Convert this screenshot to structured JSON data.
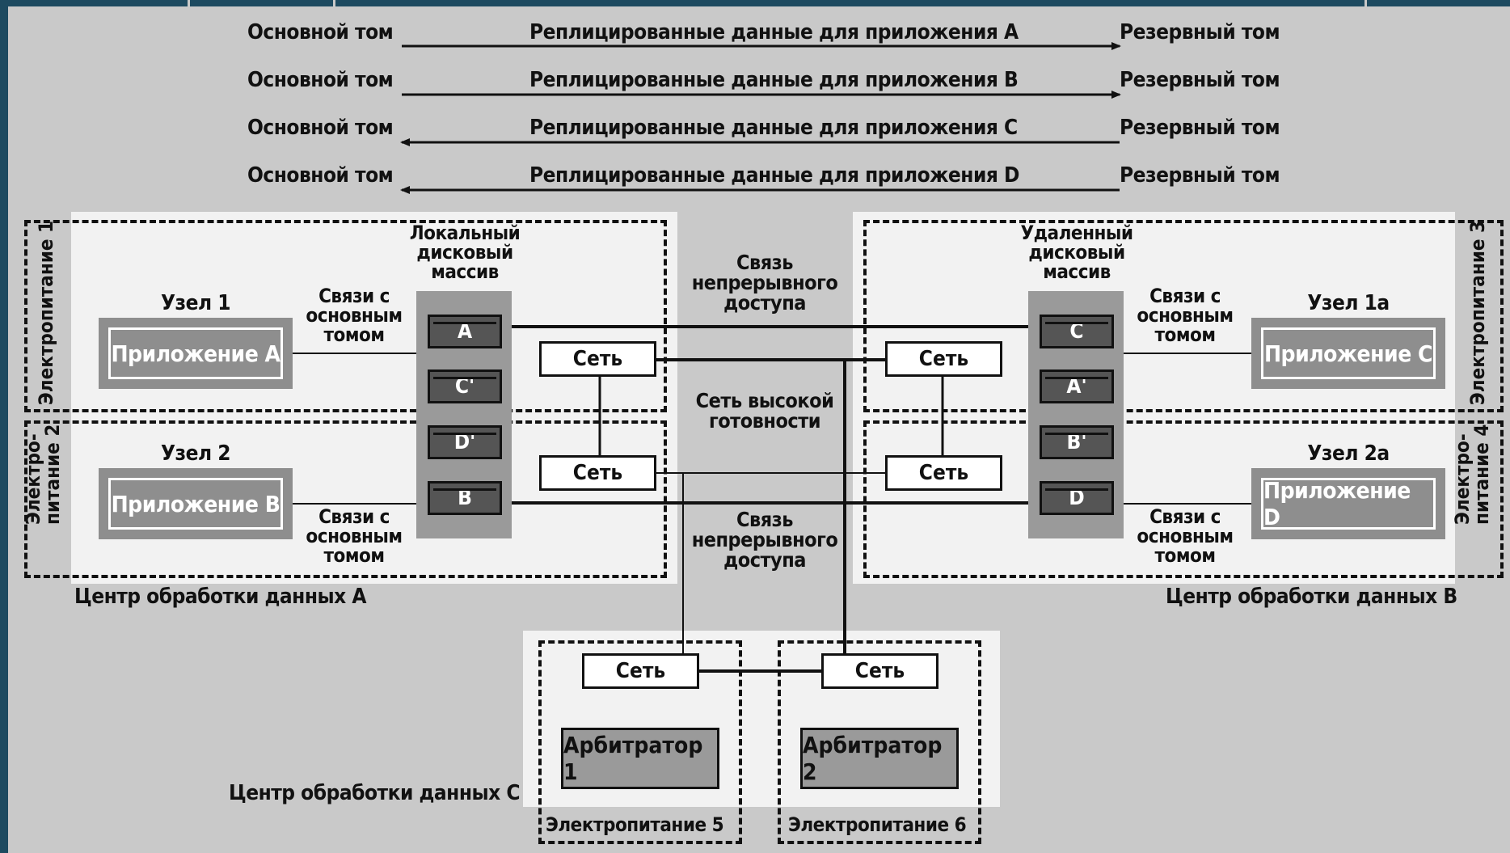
{
  "replication": {
    "primary": "Основной том",
    "backup": "Резервный том",
    "rows": [
      {
        "label": "Реплицированные данные для приложения А",
        "direction": "right"
      },
      {
        "label": "Реплицированные данные для приложения В",
        "direction": "right"
      },
      {
        "label": "Реплицированные данные для приложения С",
        "direction": "left"
      },
      {
        "label": "Реплицированные данные для приложения D",
        "direction": "left"
      }
    ]
  },
  "center_a": {
    "title": "Центр обработки данных А",
    "power1": "Электропитание 1",
    "power2": "Электро-\nпитание 2",
    "node1": "Узел 1",
    "node2": "Узел 2",
    "app_a": "Приложение А",
    "app_b": "Приложение В",
    "link1": "Связи с\nосновным\nтомом",
    "link2": "Связи с\nосновным\nтомом",
    "array_label": "Локальный\nдисковый\nмассив",
    "disks": [
      "A",
      "C'",
      "D'",
      "B"
    ],
    "net1": "Сеть",
    "net2": "Сеть"
  },
  "center_b": {
    "title": "Центр обработки данных В",
    "power3": "Электропитание 3",
    "power4": "Электро-\nпитание 4",
    "node1a": "Узел 1а",
    "node2a": "Узел 2а",
    "app_c": "Приложение С",
    "app_d": "Приложение D",
    "link1": "Связи с\nосновным\nтомом",
    "link2": "Связи с\nосновным\nтомом",
    "array_label": "Удаленный\nдисковый\nмассив",
    "disks": [
      "C",
      "A'",
      "B'",
      "D"
    ],
    "net1": "Сеть",
    "net2": "Сеть"
  },
  "middle": {
    "link_top": "Связь\nнепрерывного\nдоступа",
    "ha_net": "Сеть высокой\nготовности",
    "link_bottom": "Связь\nнепрерывного\nдоступа"
  },
  "center_c": {
    "title": "Центр обработки данных С",
    "net1": "Сеть",
    "net2": "Сеть",
    "arb1": "Арбитратор 1",
    "arb2": "Арбитратор 2",
    "power5": "Электропитание 5",
    "power6": "Электропитание 6"
  }
}
